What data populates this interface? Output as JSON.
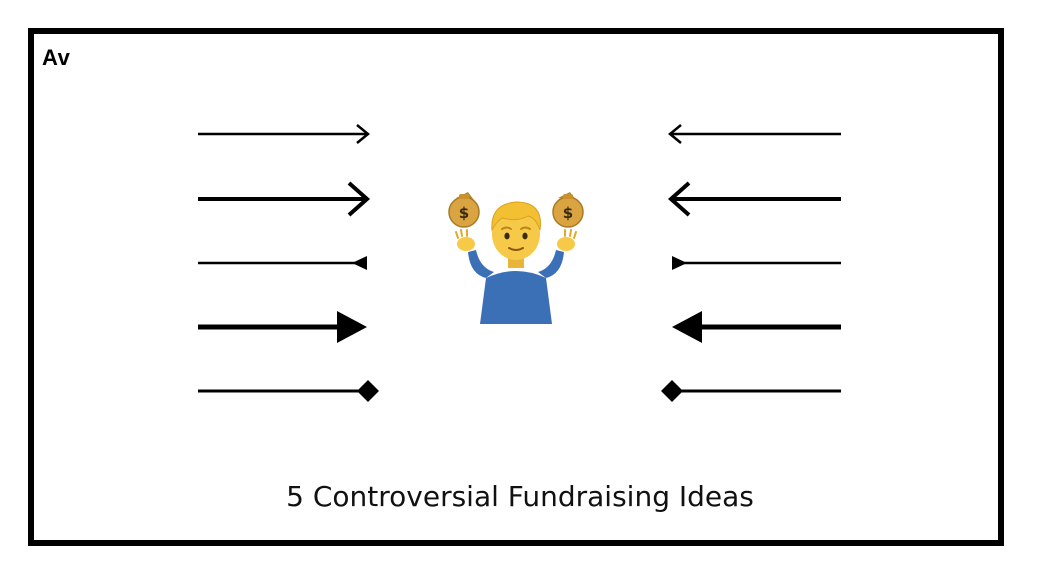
{
  "logo": {
    "text": "Av"
  },
  "caption": {
    "text": "5 Controversial Fundraising Ideas"
  },
  "illustration": {
    "icon": "person-shrugging-with-money-bags-icon",
    "colors": {
      "shirt": "#3B6FB6",
      "hair": "#F3C034",
      "skin": "#F7C948",
      "bag": "#D9A441"
    }
  },
  "arrow_styles": {
    "left_column_direction": "right",
    "right_column_direction": "left",
    "variants": [
      "thin-open-chevron",
      "thick-open-chevron",
      "small-triangle",
      "large-triangle",
      "diamond"
    ]
  },
  "colors": {
    "frame": "#000000",
    "background": "#FFFFFF",
    "text": "#111111"
  }
}
